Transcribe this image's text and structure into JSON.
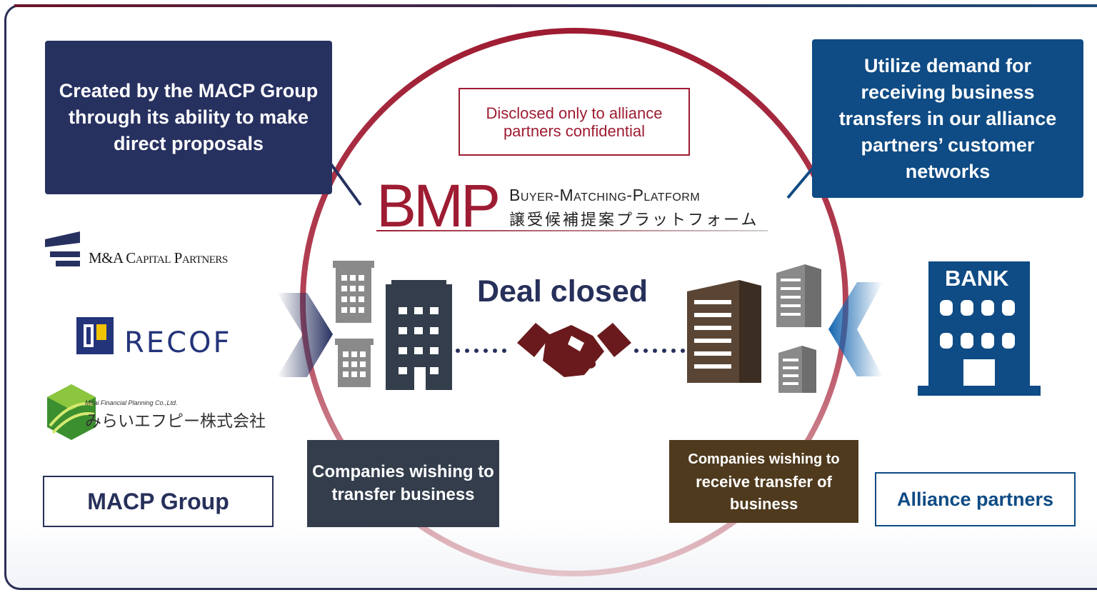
{
  "callouts": {
    "left": "Created by the MACP Group through its ability to make direct proposals",
    "right": "Utilize demand for receiving business transfers in our alliance partners’ customer networks"
  },
  "disclosed_note": "Disclosed only to alliance partners confidential",
  "bmp": {
    "acronym": "BMP",
    "english_name": "Buyer-Matching-Platform",
    "japanese_name": "譲受候補提案プラットフォーム"
  },
  "center_label": "Deal closed",
  "sellers_label": "Companies wishing to transfer business",
  "buyers_label_line1": "Companies wishing to",
  "buyers_label_line2": "receive transfer of business",
  "group_logos": {
    "macp": "M&A Capital Partners",
    "recof": "RECOF",
    "mirai_en": "Mirai Financial Planning Co.,Ltd.",
    "mirai_jp": "みらいエフピー株式会社"
  },
  "group_label": "MACP Group",
  "bank_label": "BANK",
  "alliance_label": "Alliance partners",
  "colors": {
    "macp_navy": "#273160",
    "alliance_blue": "#0f4b84",
    "bmp_red": "#9e1c32",
    "seller_slate": "#333d4c",
    "buyer_brown": "#4f3a1d",
    "handshake": "#6a1a1c"
  }
}
